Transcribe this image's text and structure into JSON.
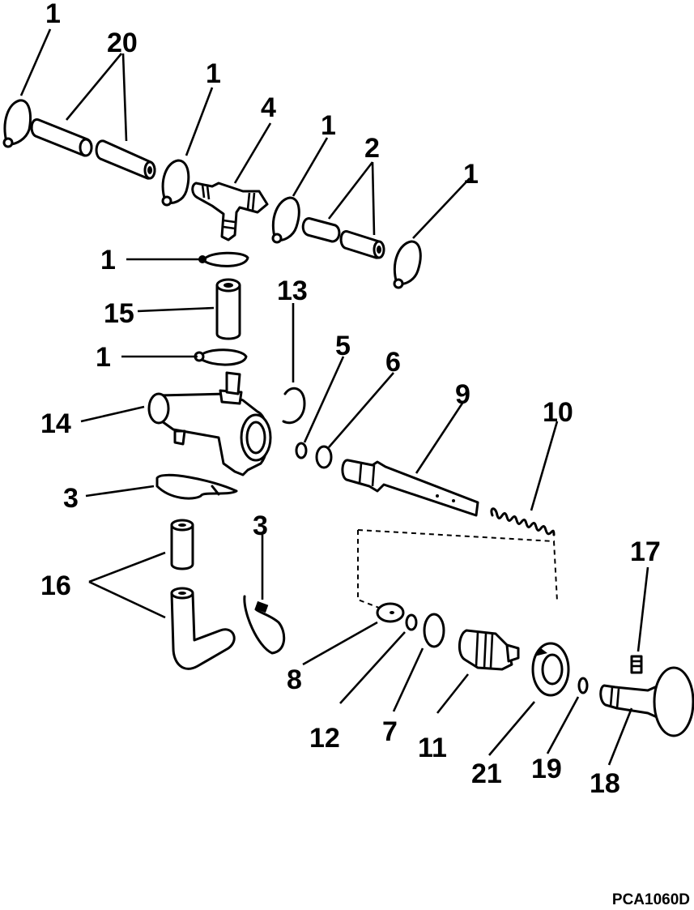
{
  "callouts": {
    "c1a": "1",
    "c20": "20",
    "c1b": "1",
    "c4": "4",
    "c1c": "1",
    "c2": "2",
    "c1d": "1",
    "c1e": "1",
    "c15": "15",
    "c1f": "1",
    "c13": "13",
    "c5": "5",
    "c6": "6",
    "c9": "9",
    "c10": "10",
    "c14": "14",
    "c3a": "3",
    "c3b": "3",
    "c16": "16",
    "c17": "17",
    "c8": "8",
    "c12": "12",
    "c7": "7",
    "c11": "11",
    "c21": "21",
    "c19": "19",
    "c18": "18"
  },
  "figure_code": "PCA1060D"
}
